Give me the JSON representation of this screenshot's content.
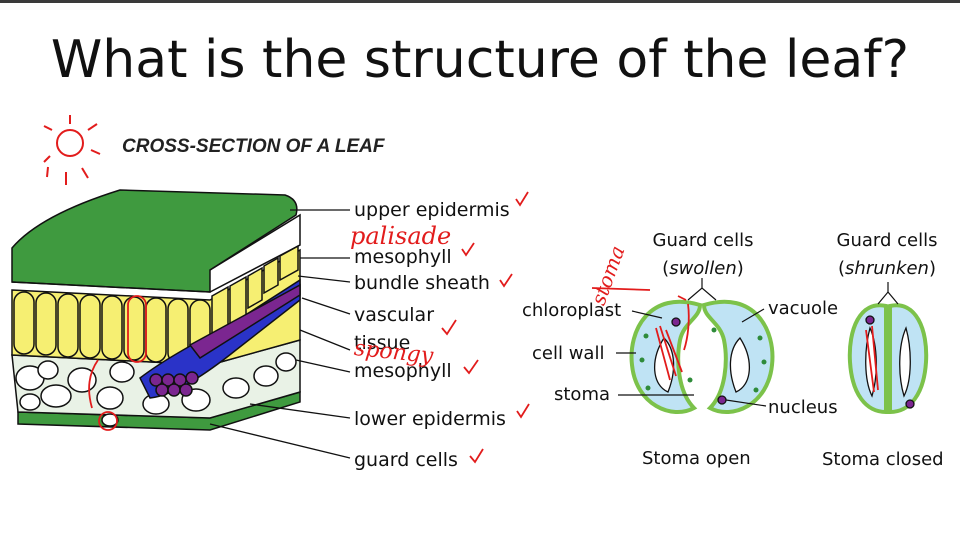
{
  "title": "What is the structure of the leaf?",
  "subtitle": "CROSS-SECTION OF A LEAF",
  "leaf_labels": {
    "upper_epidermis": "upper epidermis",
    "mesophyll_1": "mesophyll",
    "bundle_sheath": "bundle sheath",
    "vascular": "vascular",
    "tissue": "tissue",
    "mesophyll_2": "mesophyll",
    "lower_epidermis": "lower epidermis",
    "guard_cells": "guard cells"
  },
  "stoma_labels": {
    "guard_cells_left": "Guard cells",
    "swollen": "swollen",
    "guard_cells_right": "Guard cells",
    "shrunken": "shrunken",
    "chloroplast": "chloroplast",
    "vacuole": "vacuole",
    "cell_wall": "cell wall",
    "stoma": "stoma",
    "nucleus": "nucleus",
    "stoma_open": "Stoma open",
    "stoma_closed": "Stoma closed"
  },
  "annotations": {
    "palisade": "palisade",
    "spongy": "spongy",
    "stoma": "stoma",
    "check": "✓"
  },
  "colors": {
    "leaf_green": "#3f9a3f",
    "palisade_yellow": "#f6ef72",
    "vascular_blue": "#2a33c8",
    "vascular_purple": "#7b2690",
    "guard_cell_blue": "#bfe3f4",
    "cell_wall_green": "#7cc24a",
    "annotation_red": "#e21c1c"
  }
}
